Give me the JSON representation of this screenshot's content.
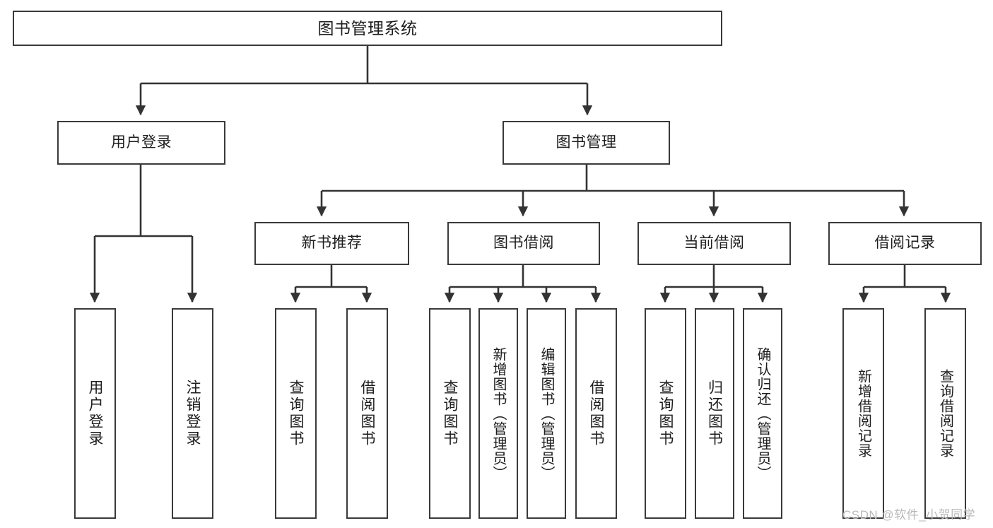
{
  "diagram": {
    "title": "图书管理系统",
    "type": "功能结构图",
    "colors": {
      "box_border": "#3a3a3a",
      "box_fill": "#ffffff",
      "edge": "#333333",
      "text": "#1d1d1d",
      "watermark": "#b9b9b9",
      "background": "#ffffff"
    }
  },
  "nodes": {
    "root": {
      "label": "图书管理系统"
    },
    "level1": [
      {
        "id": "user-login",
        "label": "用户登录"
      },
      {
        "id": "book-manage",
        "label": "图书管理"
      }
    ],
    "level2": [
      {
        "id": "new-book-recommend",
        "label": "新书推荐"
      },
      {
        "id": "book-borrow",
        "label": "图书借阅"
      },
      {
        "id": "current-borrow",
        "label": "当前借阅"
      },
      {
        "id": "borrow-record",
        "label": "借阅记录"
      }
    ],
    "leaves": {
      "user_login": [
        {
          "id": "leaf-user-login",
          "label": "用户登录"
        },
        {
          "id": "leaf-logout-login",
          "label": "注销登录"
        }
      ],
      "new_book_recommend": [
        {
          "id": "leaf-query-book-1",
          "label": "查询图书"
        },
        {
          "id": "leaf-borrow-book-1",
          "label": "借阅图书"
        }
      ],
      "book_borrow": [
        {
          "id": "leaf-query-book-2",
          "label": "查询图书"
        },
        {
          "id": "leaf-add-book",
          "label": "新增图书（管理员）"
        },
        {
          "id": "leaf-edit-book",
          "label": "编辑图书（管理员）"
        },
        {
          "id": "leaf-borrow-book-2",
          "label": "借阅图书"
        }
      ],
      "current_borrow": [
        {
          "id": "leaf-query-book-3",
          "label": "查询图书"
        },
        {
          "id": "leaf-return-book",
          "label": "归还图书"
        },
        {
          "id": "leaf-confirm-return",
          "label": "确认归还（管理员）"
        }
      ],
      "borrow_record": [
        {
          "id": "leaf-add-record",
          "label": "新增借阅记录"
        },
        {
          "id": "leaf-query-record",
          "label": "查询借阅记录"
        }
      ]
    }
  },
  "watermark": {
    "text": "CSDN @软件_小贺同学"
  }
}
